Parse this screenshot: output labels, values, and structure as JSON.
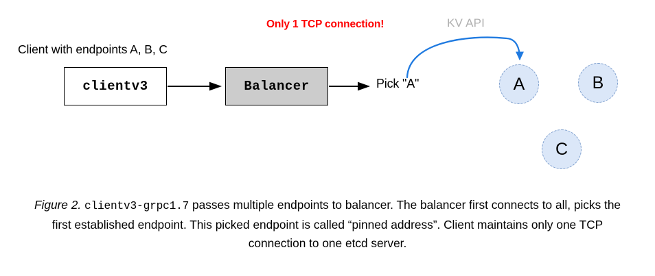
{
  "figure": {
    "diagram_title": "clientv3-grpc1.7 balancer diagram",
    "labels": {
      "client_endpoints": "Client with endpoints A, B, C",
      "tcp_warning": "Only 1 TCP connection!",
      "kv_api": "KV API",
      "pick_a": "Pick \"A\""
    },
    "boxes": {
      "client": "clientv3",
      "balancer": "Balancer"
    },
    "endpoints": [
      {
        "id": "a",
        "label": "A"
      },
      {
        "id": "b",
        "label": "B"
      },
      {
        "id": "c",
        "label": "C"
      }
    ],
    "caption": {
      "figure_number": "Figure 2.",
      "code_term": "clientv3-grpc1.7",
      "body": " passes multiple endpoints to balancer. The balancer first connects to all, picks the first established endpoint. This picked endpoint is called “pinned address”. Client maintains only one TCP connection to one etcd server."
    },
    "colors": {
      "warning_red": "#fe0000",
      "kv_api_gray": "#b0b0b0",
      "arrow_blue": "#1f7ae0",
      "circle_fill": "#dbe7f8",
      "circle_border": "#7e9fcd",
      "balancer_fill": "#cccccc",
      "stroke_black": "#000000"
    }
  }
}
